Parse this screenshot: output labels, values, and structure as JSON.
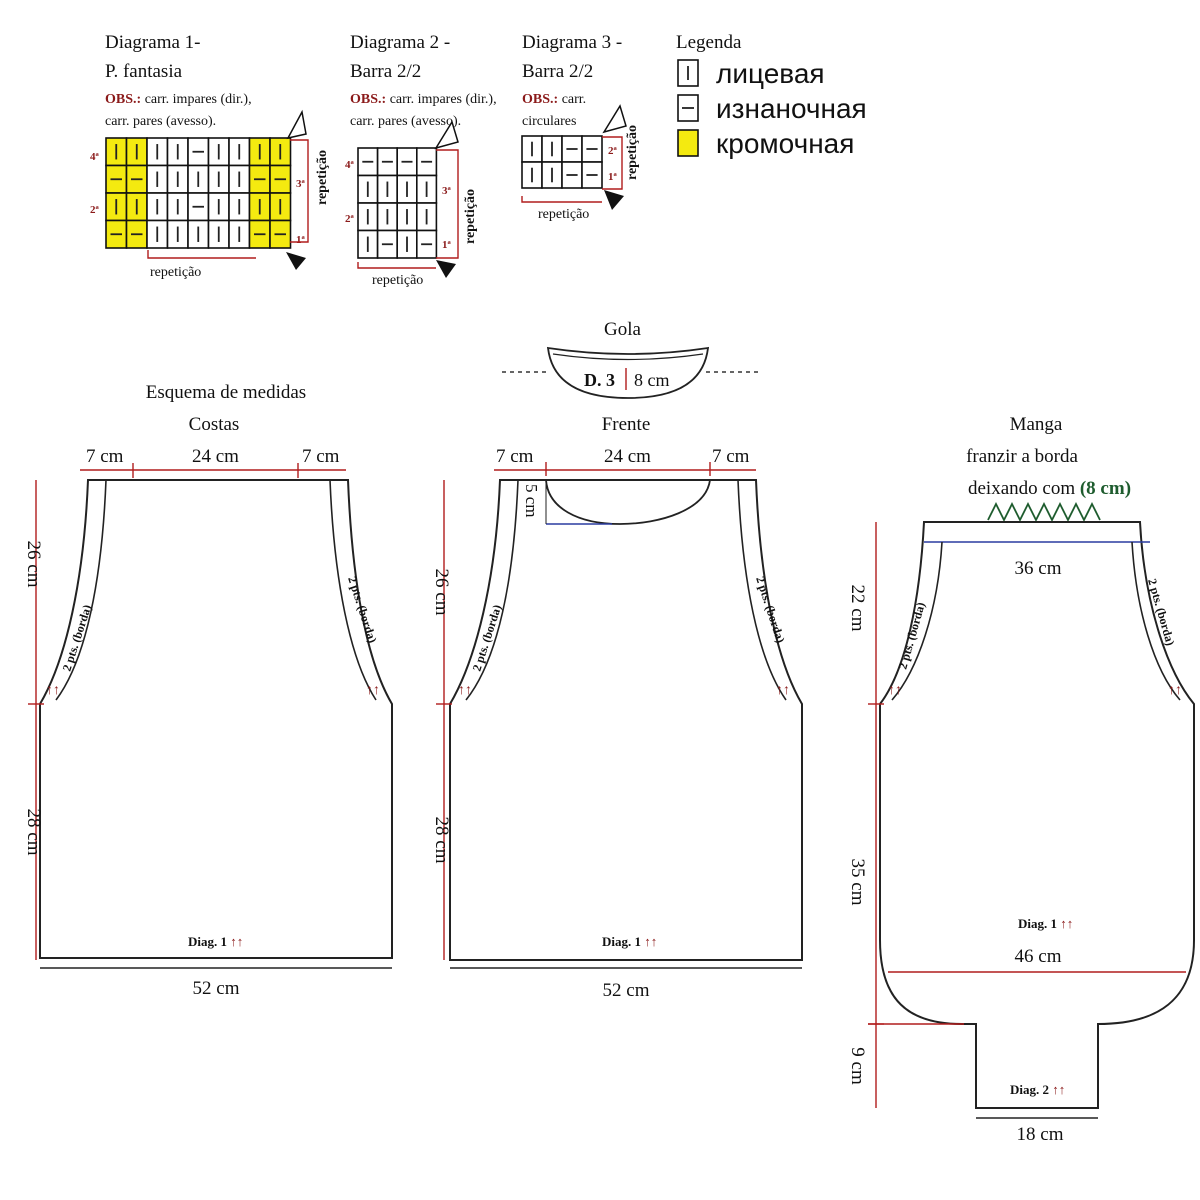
{
  "diagrams": {
    "d1": {
      "title_1": "Diagrama 1-",
      "title_2": "P. fantasia",
      "obs_label": "OBS.:",
      "obs_1": " carr. impares (dir.),",
      "obs_2": "carr. pares (avesso).",
      "rows": [
        "4ª",
        "3ª",
        "2ª",
        "1ª"
      ],
      "side_label": "repetição",
      "bottom_label": "repetição"
    },
    "d2": {
      "title_1": "Diagrama 2 -",
      "title_2": "Barra 2/2",
      "obs_label": "OBS.:",
      "obs_1": " carr. impares (dir.),",
      "obs_2": "carr. pares (avesso).",
      "rows": [
        "4ª",
        "3ª",
        "2ª",
        "1ª"
      ],
      "side_label": "repetição",
      "bottom_label": "repetição"
    },
    "d3": {
      "title_1": "Diagrama 3 -",
      "title_2": "Barra 2/2",
      "obs_label": "OBS.:",
      "obs_1": " carr.",
      "obs_2": "circulares",
      "rows": [
        "2ª",
        "1ª"
      ],
      "side_label": "repetição",
      "bottom_label": "repetição"
    }
  },
  "legend": {
    "title": "Legenda",
    "items": [
      {
        "label": "лицевая",
        "symbol": "knit"
      },
      {
        "label": "изнаночная",
        "symbol": "purl"
      },
      {
        "label": "кромочная",
        "symbol": "edge",
        "color": "#f4ea10"
      }
    ]
  },
  "gola": {
    "title": "Gola",
    "code": "D. 3",
    "height": "8 cm"
  },
  "costas": {
    "heading_1": "Esquema de medidas",
    "heading_2": "Costas",
    "shoulder_left": "7 cm",
    "neck": "24 cm",
    "shoulder_right": "7 cm",
    "armhole_height": "26 cm",
    "body_height": "28 cm",
    "edge_left": "2 pts. (borda)",
    "edge_right": "2 pts. (borda)",
    "diag_label": "Diag. 1",
    "width": "52 cm"
  },
  "frente": {
    "heading": "Frente",
    "shoulder_left": "7 cm",
    "neck": "24 cm",
    "shoulder_right": "7 cm",
    "neck_depth": "5 cm",
    "armhole_height": "26 cm",
    "body_height": "28 cm",
    "edge_left": "2 pts. (borda)",
    "edge_right": "2 pts. (borda)",
    "diag_label": "Diag. 1",
    "width": "52 cm"
  },
  "manga": {
    "heading_1": "Manga",
    "heading_2": "franzir a borda",
    "heading_3": "deixando com ",
    "heading_3_value": "(8 cm)",
    "top_width": "36 cm",
    "cap_height": "22 cm",
    "sleeve_height": "35 cm",
    "cuff_height": "9 cm",
    "edge_left": "2 pts. (borda)",
    "edge_right": "2 pts. (borda)",
    "diag1_label": "Diag. 1",
    "lower_width": "46 cm",
    "diag2_label": "Diag. 2",
    "cuff_width": "18 cm"
  }
}
